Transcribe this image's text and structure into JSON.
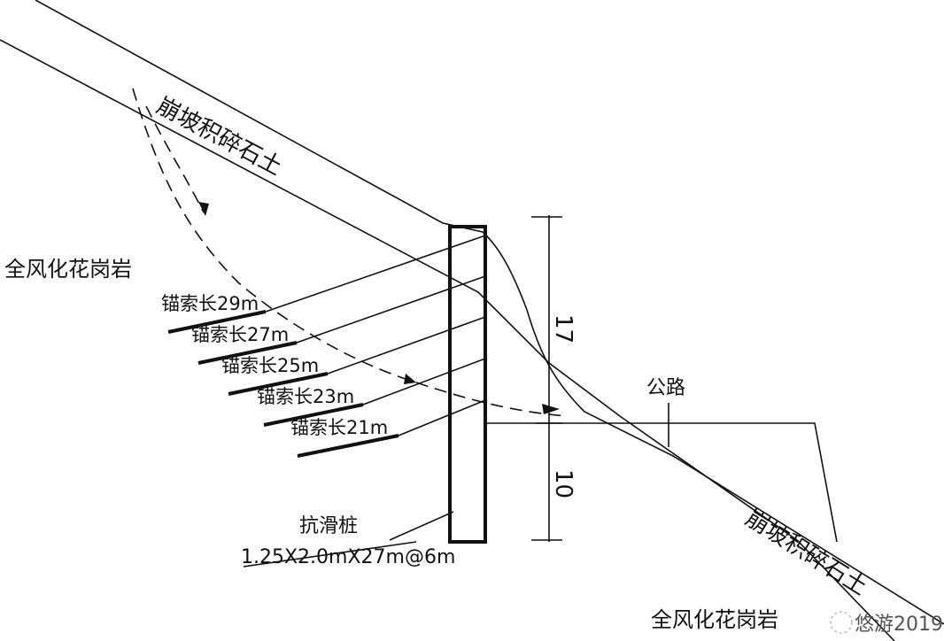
{
  "labels": {
    "colluvium_top": "崩坡积碎石土",
    "colluvium_bottom": "崩坡积碎石土",
    "granite_left": "全风化花岗岩",
    "granite_bottom": "全风化花岗岩",
    "road": "公路",
    "pile_title": "抗滑桩",
    "pile_spec": "1.25X2.0mX27m@6m",
    "dim_upper": "17",
    "dim_lower": "10",
    "watermark": "悠游2019"
  },
  "anchors": [
    {
      "label": "锚索长29m"
    },
    {
      "label": "锚索长27m"
    },
    {
      "label": "锚索长25m"
    },
    {
      "label": "锚索长23m"
    },
    {
      "label": "锚索长21m"
    }
  ]
}
